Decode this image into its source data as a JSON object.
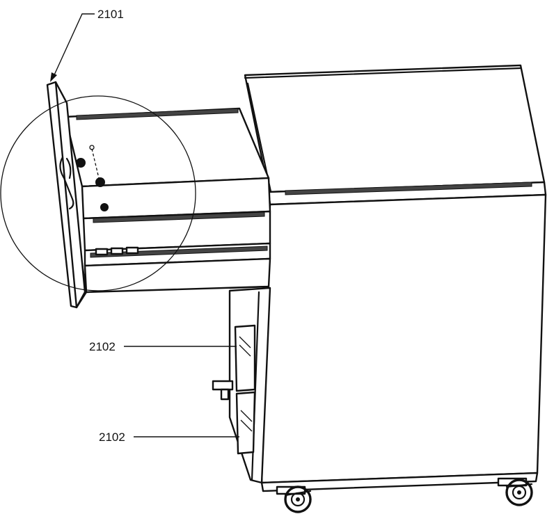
{
  "figure": {
    "reference_labels": [
      {
        "id": "drawer",
        "text": "2101"
      },
      {
        "id": "upper-slide",
        "text": "2102"
      },
      {
        "id": "lower-slide",
        "text": "2102"
      }
    ],
    "icons": [
      "arrow-head-icon",
      "caster-wheel-icon",
      "mounting-screw-icon"
    ]
  }
}
